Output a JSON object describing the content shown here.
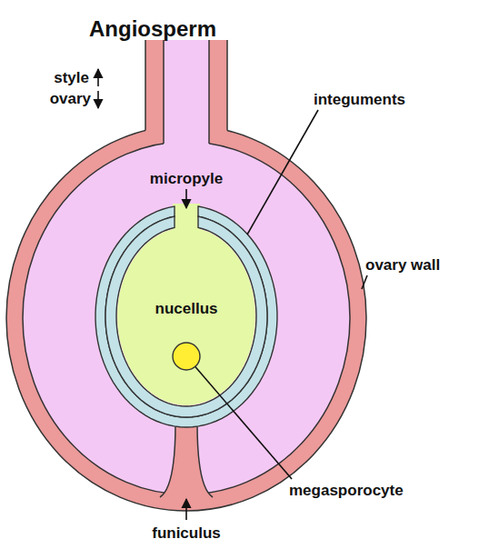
{
  "diagram": {
    "title": "Angiosperm",
    "nodes": [
      {
        "text": [
          "nucellus"
        ]
      }
    ],
    "labels": [
      "style",
      "ovary",
      "micropyle",
      "integuments",
      "ovary wall",
      "megasporocyte",
      "funiculus"
    ]
  }
}
